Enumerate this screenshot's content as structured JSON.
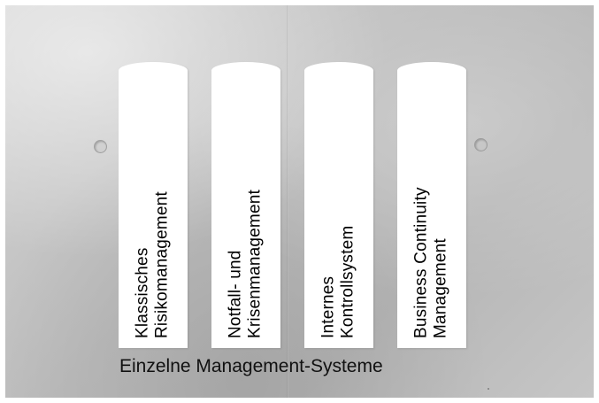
{
  "binders": [
    {
      "line1": "Klassisches",
      "line2": "Risikomanagement"
    },
    {
      "line1": "Notfall- und",
      "line2": "Krisenmanagement"
    },
    {
      "line1": "Internes",
      "line2": "Kontrollsystem"
    },
    {
      "line1": "Business Continuity",
      "line2": "Management"
    }
  ],
  "caption": "Einzelne Management-Systeme",
  "colors": {
    "binder": "#ffffff",
    "text": "#000000",
    "background": "#c4c4c4"
  }
}
